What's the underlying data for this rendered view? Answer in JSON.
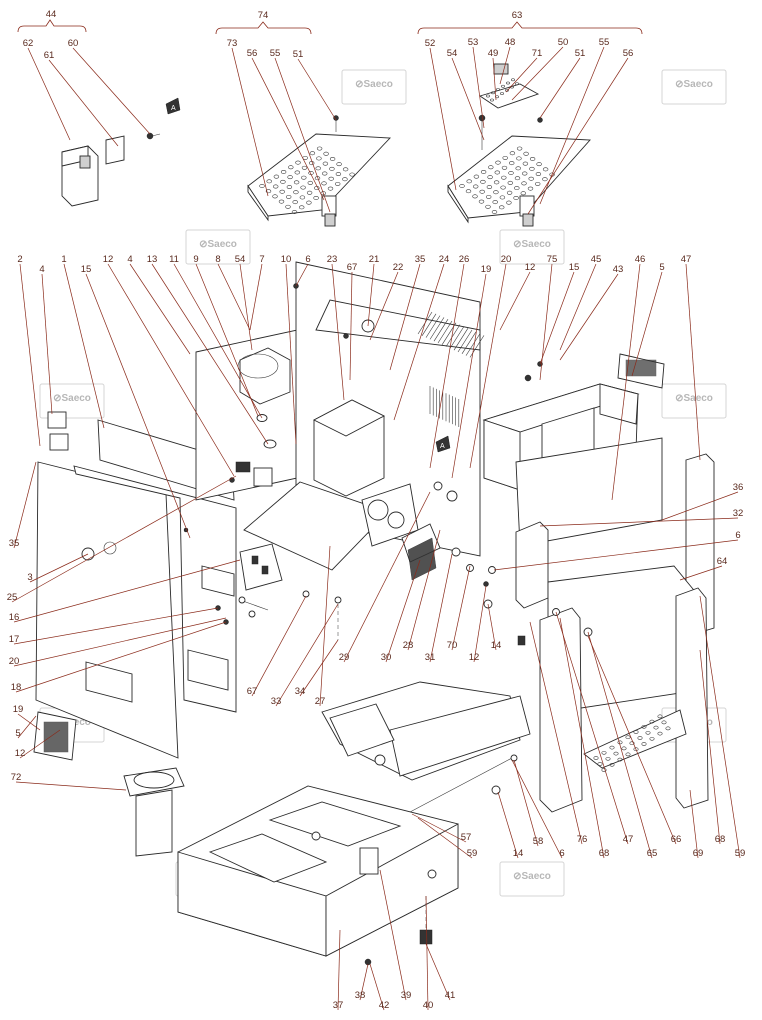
{
  "diagram": {
    "watermark_text": "Saeco",
    "assembly_labels": [
      "44",
      "74",
      "63"
    ],
    "callouts": [
      "62",
      "61",
      "60",
      "73",
      "56",
      "55",
      "51",
      "52",
      "54",
      "53",
      "49",
      "48",
      "71",
      "50",
      "51",
      "55",
      "56",
      "2",
      "4",
      "1",
      "15",
      "12",
      "4",
      "13",
      "11",
      "9",
      "8",
      "54",
      "7",
      "10",
      "6",
      "23",
      "67",
      "21",
      "22",
      "35",
      "24",
      "26",
      "19",
      "20",
      "12",
      "75",
      "15",
      "45",
      "43",
      "46",
      "5",
      "47",
      "35",
      "3",
      "25",
      "16",
      "17",
      "20",
      "18",
      "19",
      "5",
      "12",
      "72",
      "36",
      "32",
      "6",
      "64",
      "67",
      "33",
      "34",
      "27",
      "29",
      "30",
      "28",
      "31",
      "70",
      "12",
      "14",
      "57",
      "59",
      "14",
      "58",
      "6",
      "76",
      "68",
      "47",
      "65",
      "66",
      "69",
      "68",
      "59",
      "37",
      "38",
      "42",
      "39",
      "40",
      "41"
    ],
    "marker": "A"
  }
}
